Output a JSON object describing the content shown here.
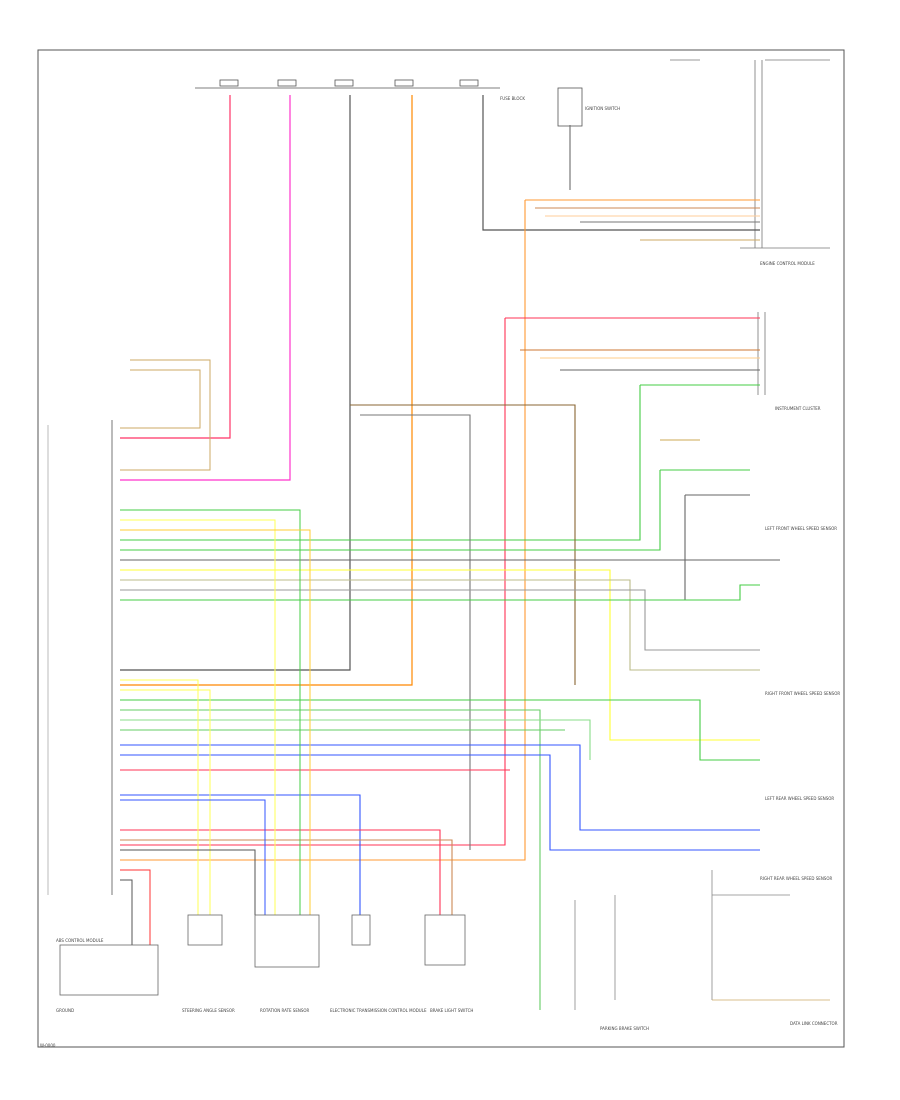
{
  "footer_code": "W-0000",
  "components": {
    "abs_control_module": "ABS CONTROL MODULE",
    "ground": "GROUND",
    "steering_angle_sensor": "STEERING ANGLE SENSOR",
    "rotation_rate_sensor": "ROTATION RATE SENSOR",
    "transmission_control": "ELECTRONIC TRANSMISSION CONTROL MODULE",
    "brake_light_switch": "BRAKE LIGHT SWITCH",
    "parking_brake": "PARKING BRAKE SWITCH",
    "instrument_cluster": "INSTRUMENT CLUSTER",
    "lf_speed_sensor": "LEFT FRONT WHEEL SPEED SENSOR",
    "rf_speed_sensor": "RIGHT FRONT WHEEL SPEED SENSOR",
    "lr_speed_sensor": "LEFT REAR WHEEL SPEED SENSOR",
    "rr_speed_sensor": "RIGHT REAR WHEEL SPEED SENSOR",
    "data_link": "DATA LINK CONNECTOR",
    "ignition_switch": "IGNITION SWITCH",
    "fuse_block": "FUSE BLOCK",
    "engine_control": "ENGINE CONTROL MODULE"
  }
}
